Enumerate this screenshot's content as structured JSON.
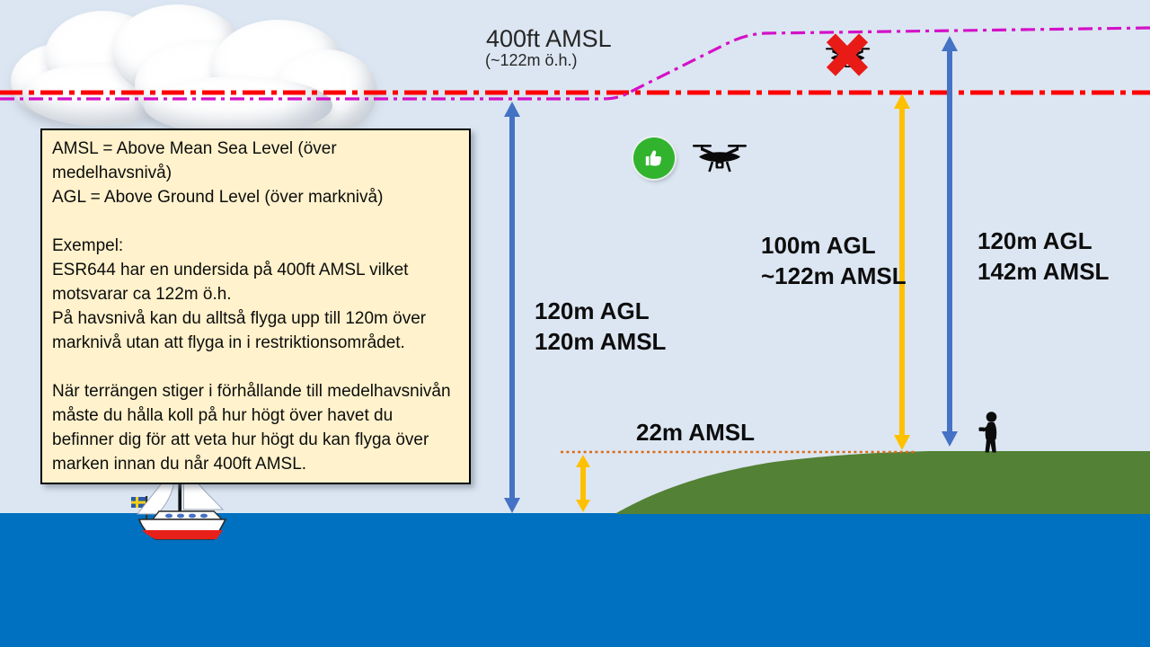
{
  "title": "Drone altitude rules diagram (AMSL vs AGL)",
  "ceiling": {
    "title": "400ft AMSL",
    "subtitle": "(~122m ö.h.)"
  },
  "infobox": {
    "definitions": "AMSL = Above Mean Sea Level (över medelhavsnivå)\nAGL = Above Ground Level (över marknivå)",
    "example_title": "Exempel:",
    "example_body": "ESR644 har en undersida på 400ft AMSL vilket motsvarar ca 122m ö.h.\nPå havsnivå kan du alltså flyga upp till 120m över marknivå utan att flyga in i restriktionsområdet.",
    "terrain_note": "När terrängen stiger i förhållande till medelhavsnivån måste du hålla koll på hur högt över havet du befinner dig för att veta hur högt du kan flyga över marken innan du når 400ft AMSL."
  },
  "labels": {
    "over_sea": "120m AGL\n120m AMSL",
    "over_low_hill": "100m AGL\n~122m AMSL",
    "over_high_hill": "120m AGL\n142m AMSL",
    "hill_elevation": "22m AMSL"
  },
  "icons": {
    "thumbs_up": "thumbs-up-icon",
    "drone_ok": "drone-icon",
    "drone_banned": "drone-no-fly-x-icon",
    "pilot": "pilot-silhouette-icon",
    "sailboat": "sailboat-icon",
    "clouds": "cloud-icon"
  },
  "colors": {
    "sky": "#dce6f2",
    "sea": "#0070c0",
    "hill": "#538135",
    "infobox_bg": "#fff2cc",
    "infobox_border": "#000000",
    "arrow_blue": "#4472c4",
    "arrow_orange": "#ffc000",
    "restriction_line_red": "#fe0000",
    "ceiling_line_magenta": "#d311c7",
    "hill_dotted_orange": "#dd6b14",
    "thumbs_green": "#31b32e",
    "no_fly_x_red": "#e81b17"
  }
}
